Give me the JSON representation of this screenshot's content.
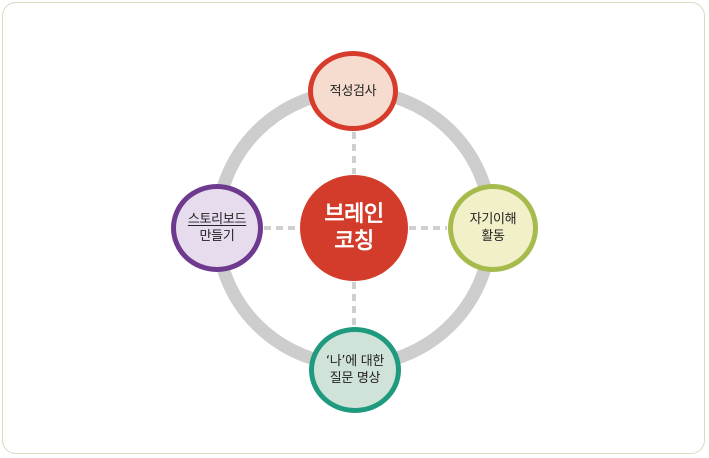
{
  "diagram": {
    "center": {
      "line1": "브레인",
      "line2": "코칭",
      "color": "#d33b2a"
    },
    "nodes": {
      "top": {
        "line1": "적성검사",
        "border_color": "#d63b2b",
        "fill_color": "#f6dccf"
      },
      "right": {
        "line1": "자기이해",
        "line2": "활동",
        "border_color": "#a6bb4c",
        "fill_color": "#f2f0c8"
      },
      "bottom": {
        "line1": "‘나’에 대한",
        "line2": "질문 명상",
        "border_color": "#1f9a7f",
        "fill_color": "#cfe3d9"
      },
      "left": {
        "line1": "스토리보드",
        "line2": "만들기",
        "border_color": "#6e3a8e",
        "fill_color": "#e6dced"
      }
    },
    "ring_color": "#cdcdcd",
    "connector_color": "#cfcfcf"
  }
}
